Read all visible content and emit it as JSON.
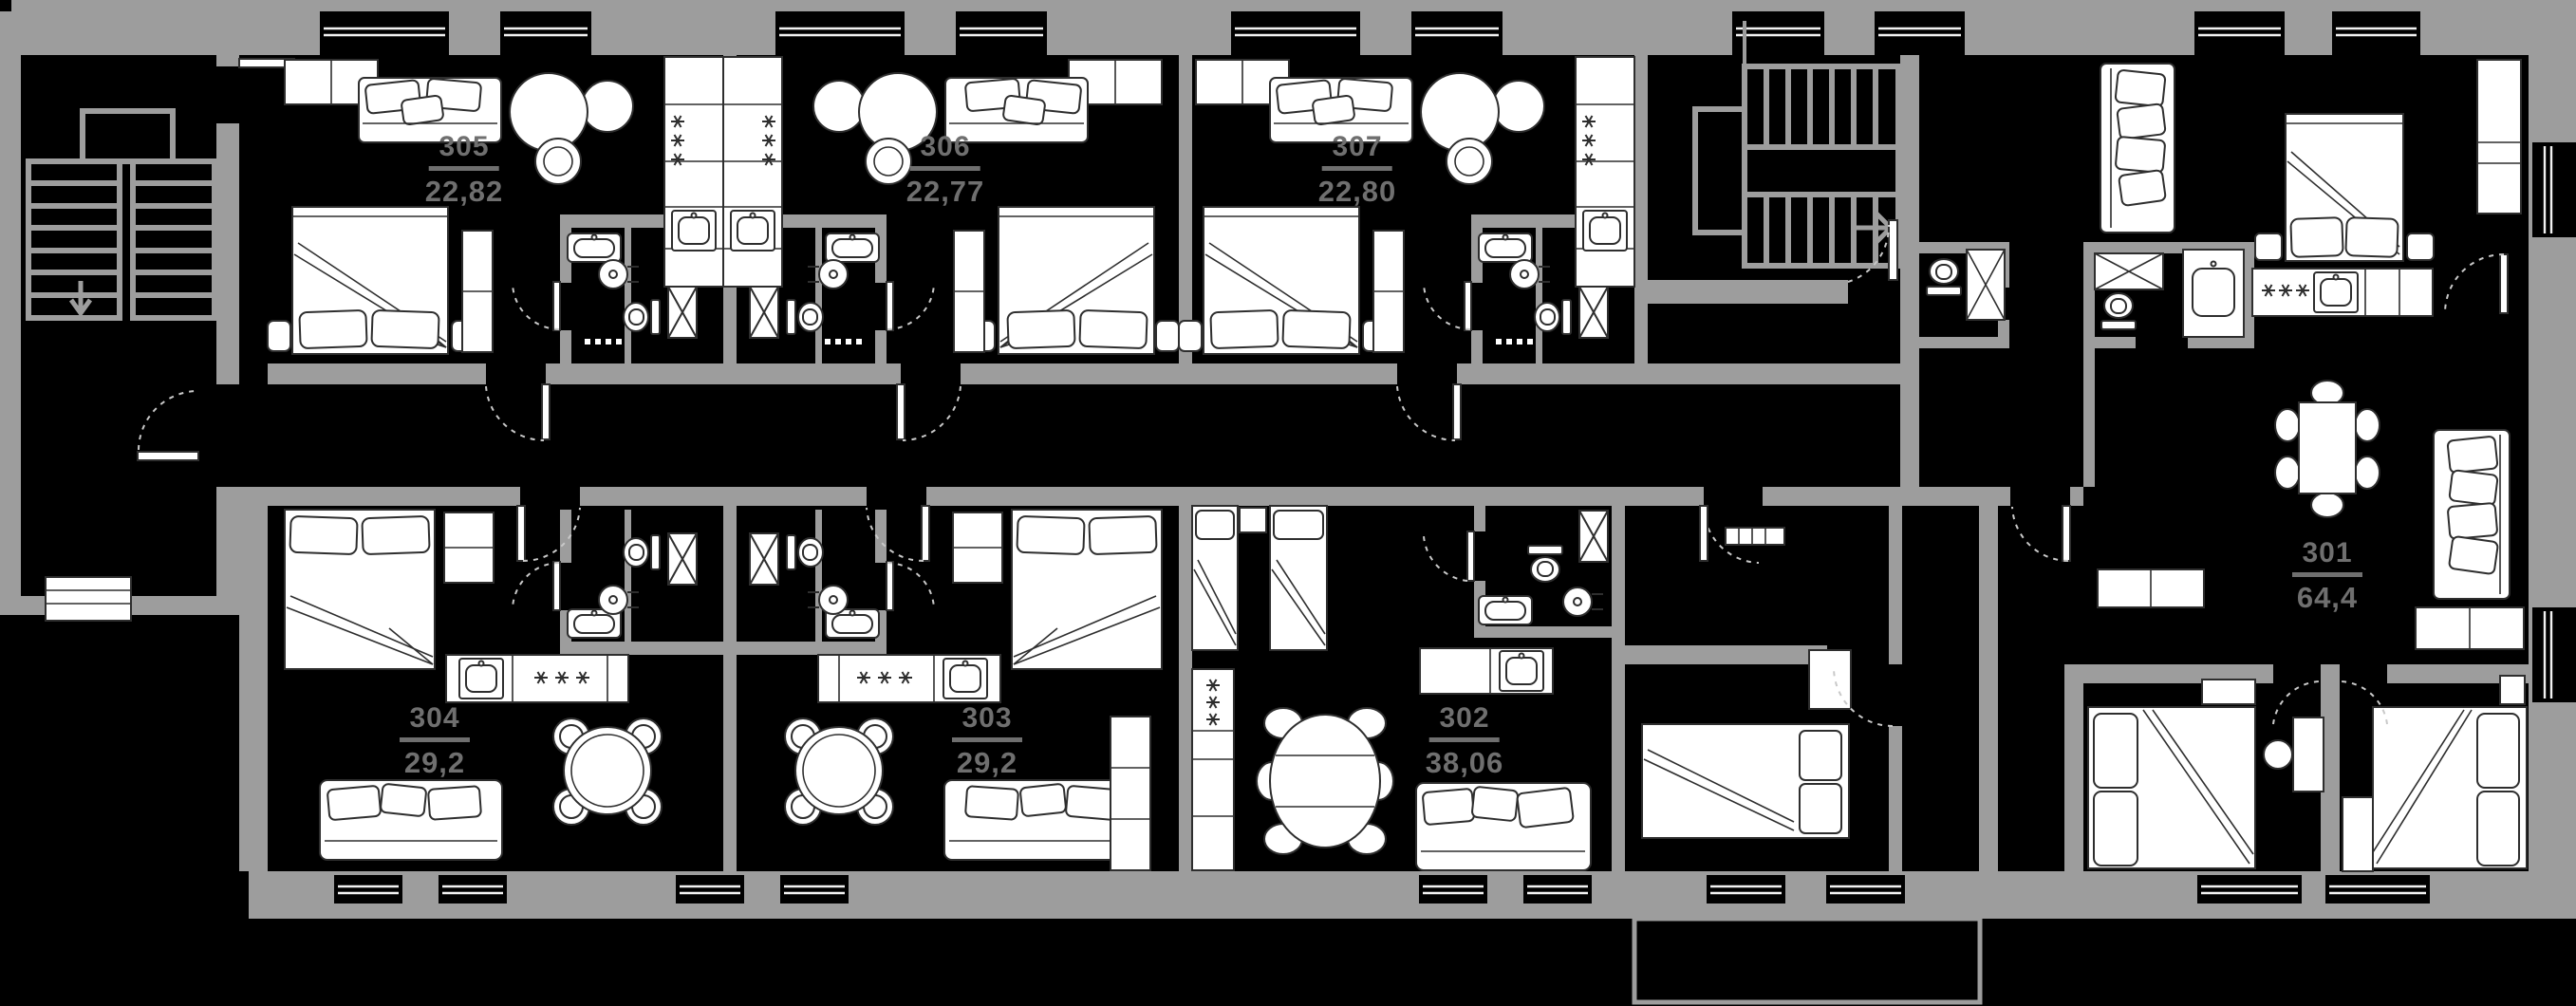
{
  "apartments": [
    {
      "number": "305",
      "area": "22,82"
    },
    {
      "number": "306",
      "area": "22,77"
    },
    {
      "number": "307",
      "area": "22,80"
    },
    {
      "number": "304",
      "area": "29,2"
    },
    {
      "number": "303",
      "area": "29,2"
    },
    {
      "number": "302",
      "area": "38,06"
    },
    {
      "number": "301",
      "area": "64,4"
    }
  ],
  "colors": {
    "background": "#000000",
    "wall": "#9d9d9d",
    "label": "#6f6f6f",
    "furniture_outline": "#2e2e2e"
  }
}
